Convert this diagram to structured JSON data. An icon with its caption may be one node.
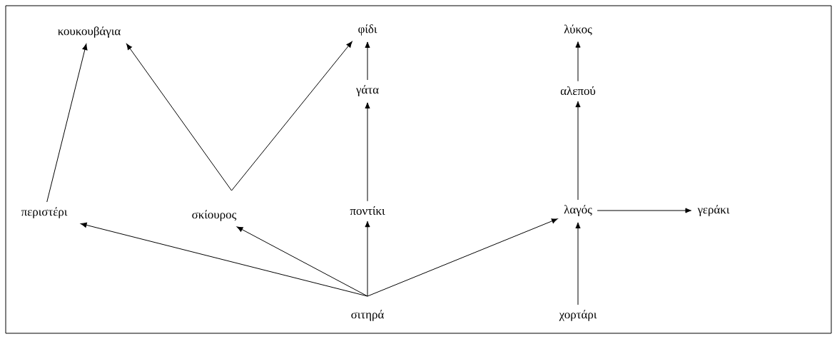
{
  "diagram": {
    "nodes": [
      {
        "text": [
          "κουκουβάγια"
        ]
      },
      {
        "text": [
          "φίδι"
        ]
      },
      {
        "text": [
          "λύκος"
        ]
      },
      {
        "text": [
          "γάτα"
        ]
      },
      {
        "text": [
          "αλεπού"
        ]
      },
      {
        "text": [
          "περιστέρι"
        ]
      },
      {
        "text": [
          "σκίουρος"
        ]
      },
      {
        "text": [
          "ποντίκι"
        ]
      },
      {
        "text": [
          "λαγός"
        ]
      },
      {
        "text": [
          "γεράκι"
        ]
      },
      {
        "text": [
          "σιτηρά"
        ]
      },
      {
        "text": [
          "χορτάρι"
        ]
      }
    ],
    "edges": [
      {
        "from": 5,
        "to": 0,
        "arrow": "to"
      },
      {
        "from": 6,
        "to": 0,
        "arrow": "to"
      },
      {
        "from": 6,
        "to": 1,
        "arrow": "to"
      },
      {
        "from": 3,
        "to": 1,
        "arrow": "to"
      },
      {
        "from": 4,
        "to": 2,
        "arrow": "to"
      },
      {
        "from": 7,
        "to": 3,
        "arrow": "to"
      },
      {
        "from": 8,
        "to": 4,
        "arrow": "to"
      },
      {
        "from": 8,
        "to": 9,
        "arrow": "to"
      },
      {
        "from": 10,
        "to": 5,
        "arrow": "to"
      },
      {
        "from": 10,
        "to": 6,
        "arrow": "to"
      },
      {
        "from": 10,
        "to": 7,
        "arrow": "to"
      },
      {
        "from": 10,
        "to": 8,
        "arrow": "to"
      },
      {
        "from": 11,
        "to": 8,
        "arrow": "to"
      }
    ]
  }
}
